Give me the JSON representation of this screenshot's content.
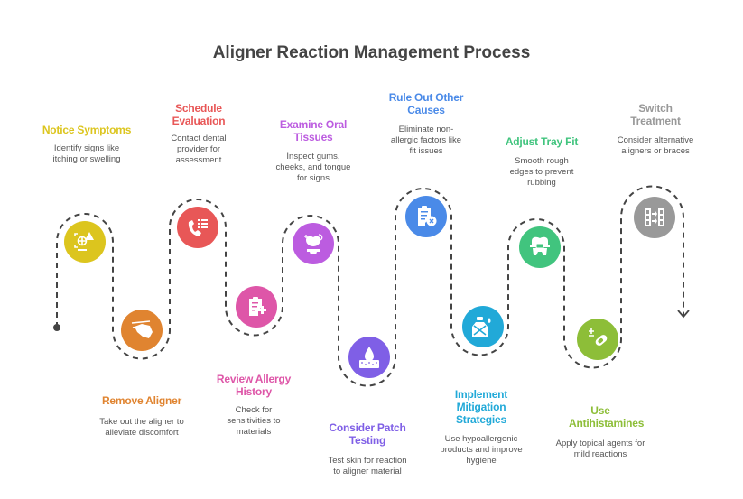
{
  "title": "Aligner Reaction Management Process",
  "steps": [
    {
      "title": "Notice Symptoms",
      "description": "Identify signs like itching or swelling",
      "color": "#DCC51E",
      "icon": "symptom-alert-icon"
    },
    {
      "title": "Remove Aligner",
      "description": "Take out the aligner to alleviate discomfort",
      "color": "#E08430",
      "icon": "hand-remove-icon"
    },
    {
      "title": "Schedule Evaluation",
      "description": "Contact dental provider for assessment",
      "color": "#E85757",
      "icon": "phone-list-icon"
    },
    {
      "title": "Review Allergy History",
      "description": "Check for sensitivities to materials",
      "color": "#DE56A8",
      "icon": "clipboard-plus-icon"
    },
    {
      "title": "Examine Oral Tissues",
      "description": "Inspect gums, cheeks, and tongue for signs",
      "color": "#BC5CE0",
      "icon": "tooth-inspect-icon"
    },
    {
      "title": "Consider Patch Testing",
      "description": "Test skin for reaction to aligner material",
      "color": "#7F5FE6",
      "icon": "skin-drop-icon"
    },
    {
      "title": "Rule Out Other Causes",
      "description": "Eliminate non-allergic factors like fit issues",
      "color": "#4A8AE8",
      "icon": "clipboard-x-icon"
    },
    {
      "title": "Implement Mitigation Strategies",
      "description": "Use hypoallergenic products and improve hygiene",
      "color": "#21A9D8",
      "icon": "hygiene-bottle-icon"
    },
    {
      "title": "Adjust Tray Fit",
      "description": "Smooth rough edges to prevent rubbing",
      "color": "#41C47E",
      "icon": "tooth-braces-icon"
    },
    {
      "title": "Use Antihistamines",
      "description": "Apply topical agents for mild reactions",
      "color": "#8DBE38",
      "icon": "pill-icon"
    },
    {
      "title": "Switch Treatment",
      "description": "Consider alternative aligners or braces",
      "color": "#999999",
      "icon": "switch-icon"
    }
  ]
}
